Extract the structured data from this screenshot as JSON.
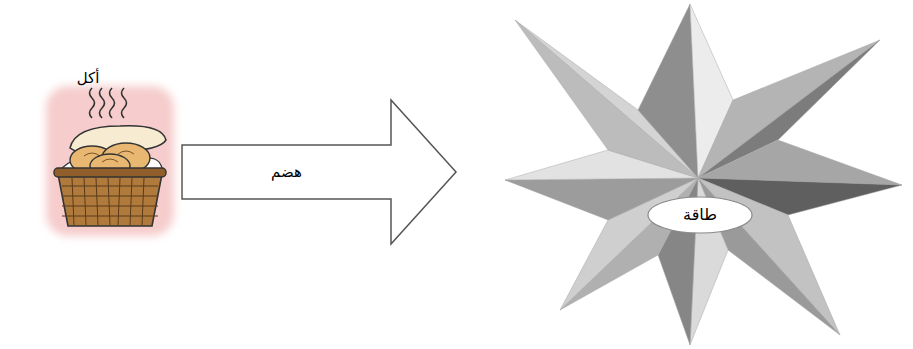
{
  "diagram": {
    "nodes": [
      {
        "text": [
          "أكل"
        ]
      },
      {
        "text": [
          "طاقة"
        ]
      }
    ],
    "edges": [
      {
        "from": 0,
        "to": 1,
        "arrow": "to",
        "label": "هضم"
      }
    ]
  }
}
